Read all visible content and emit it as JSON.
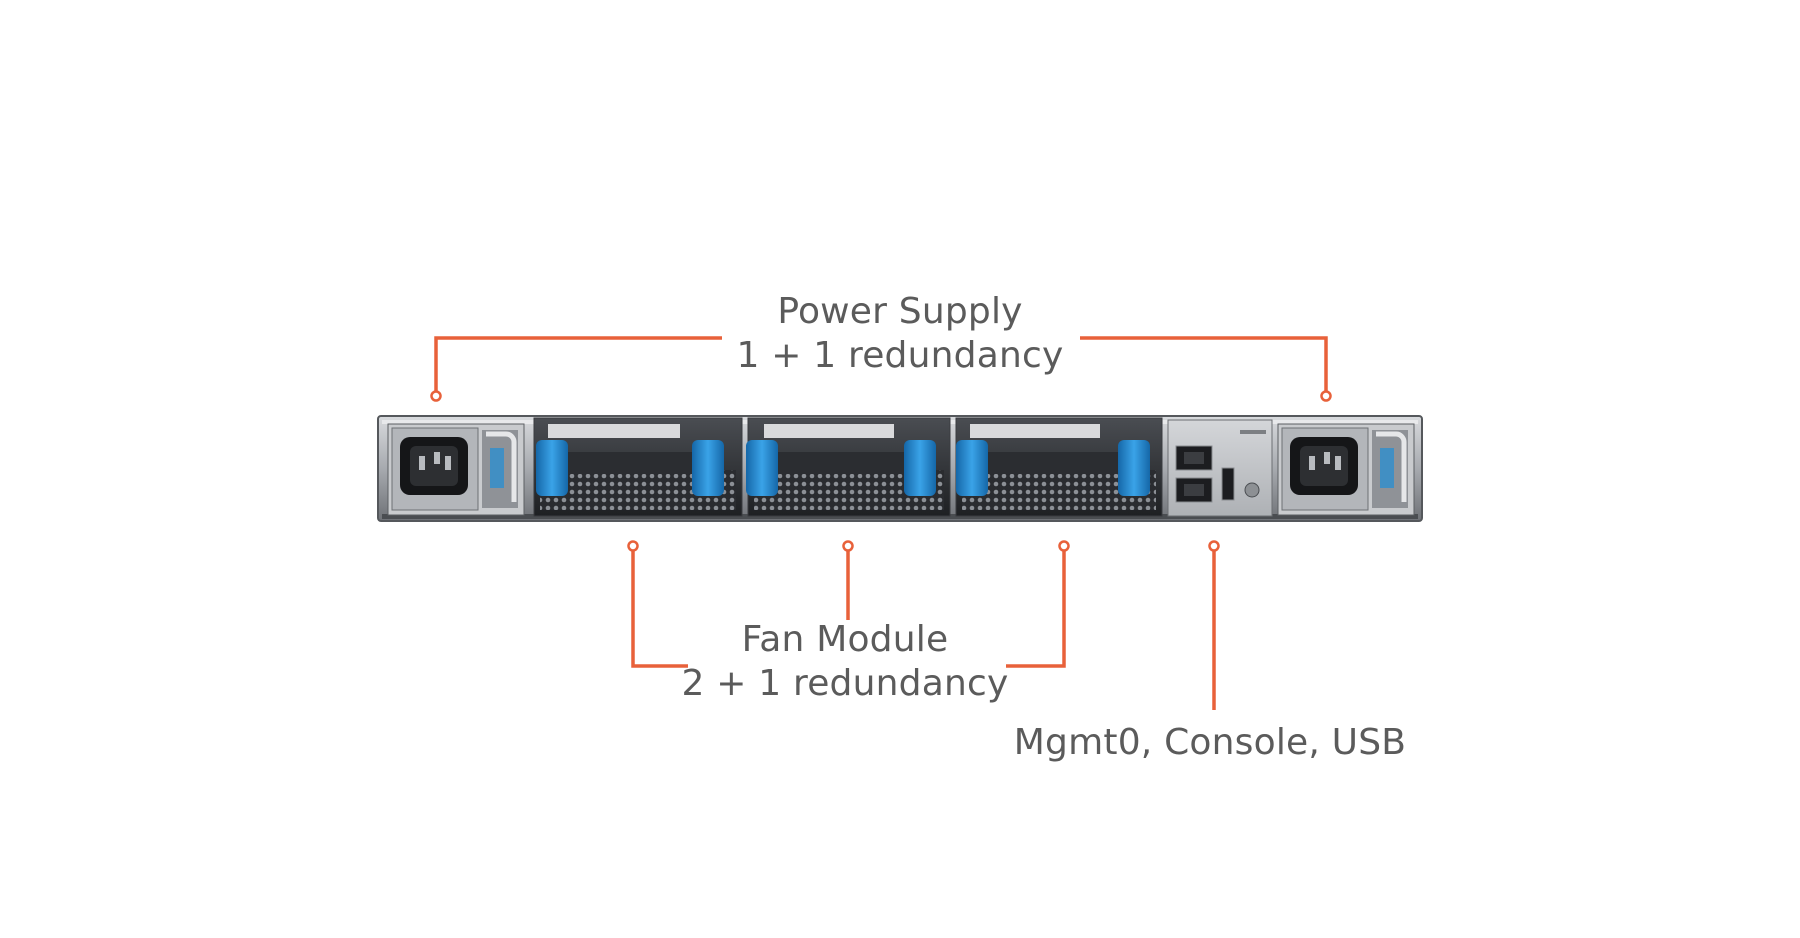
{
  "callouts": {
    "power_supply": {
      "title": "Power Supply",
      "subtitle": "1 + 1 redundancy"
    },
    "fan_module": {
      "title": "Fan Module",
      "subtitle": "2 + 1 redundancy"
    },
    "mgmt": {
      "text": "Mgmt0, Console, USB"
    }
  },
  "colors": {
    "callout_line": "#e8613a",
    "label_text": "#5b5b5b",
    "fan_handle": "#1f8fd6",
    "chassis": "#8a8d91"
  }
}
